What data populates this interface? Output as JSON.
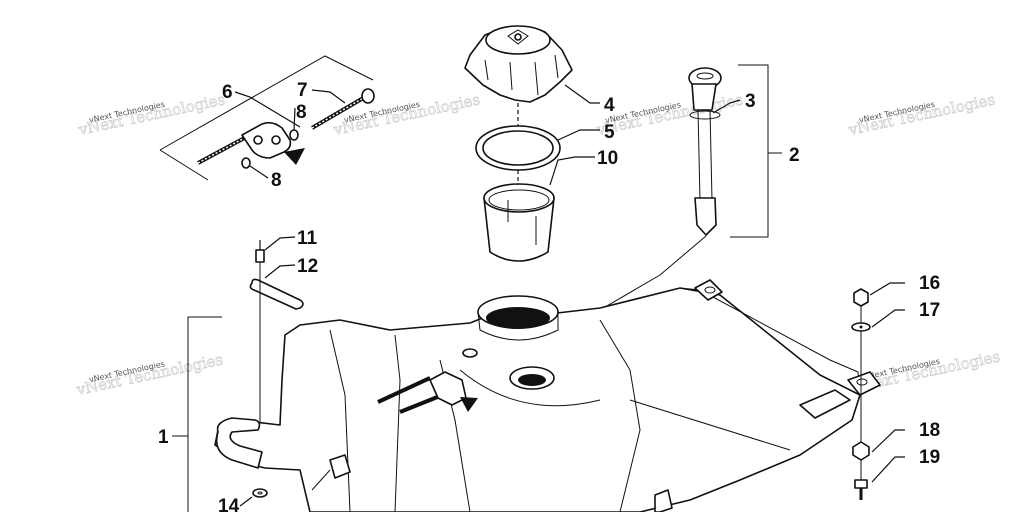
{
  "diagram": {
    "callouts": [
      {
        "id": "c1",
        "text": "1"
      },
      {
        "id": "c2",
        "text": "2"
      },
      {
        "id": "c3",
        "text": "3"
      },
      {
        "id": "c4",
        "text": "4"
      },
      {
        "id": "c5",
        "text": "5"
      },
      {
        "id": "c6",
        "text": "6"
      },
      {
        "id": "c7",
        "text": "7"
      },
      {
        "id": "c8a",
        "text": "8"
      },
      {
        "id": "c8b",
        "text": "8"
      },
      {
        "id": "c10",
        "text": "10"
      },
      {
        "id": "c11",
        "text": "11"
      },
      {
        "id": "c12",
        "text": "12"
      },
      {
        "id": "c14",
        "text": "14"
      },
      {
        "id": "c16",
        "text": "16"
      },
      {
        "id": "c17",
        "text": "17"
      },
      {
        "id": "c18",
        "text": "18"
      },
      {
        "id": "c19",
        "text": "19"
      }
    ],
    "watermark": "vNext Technologies"
  }
}
